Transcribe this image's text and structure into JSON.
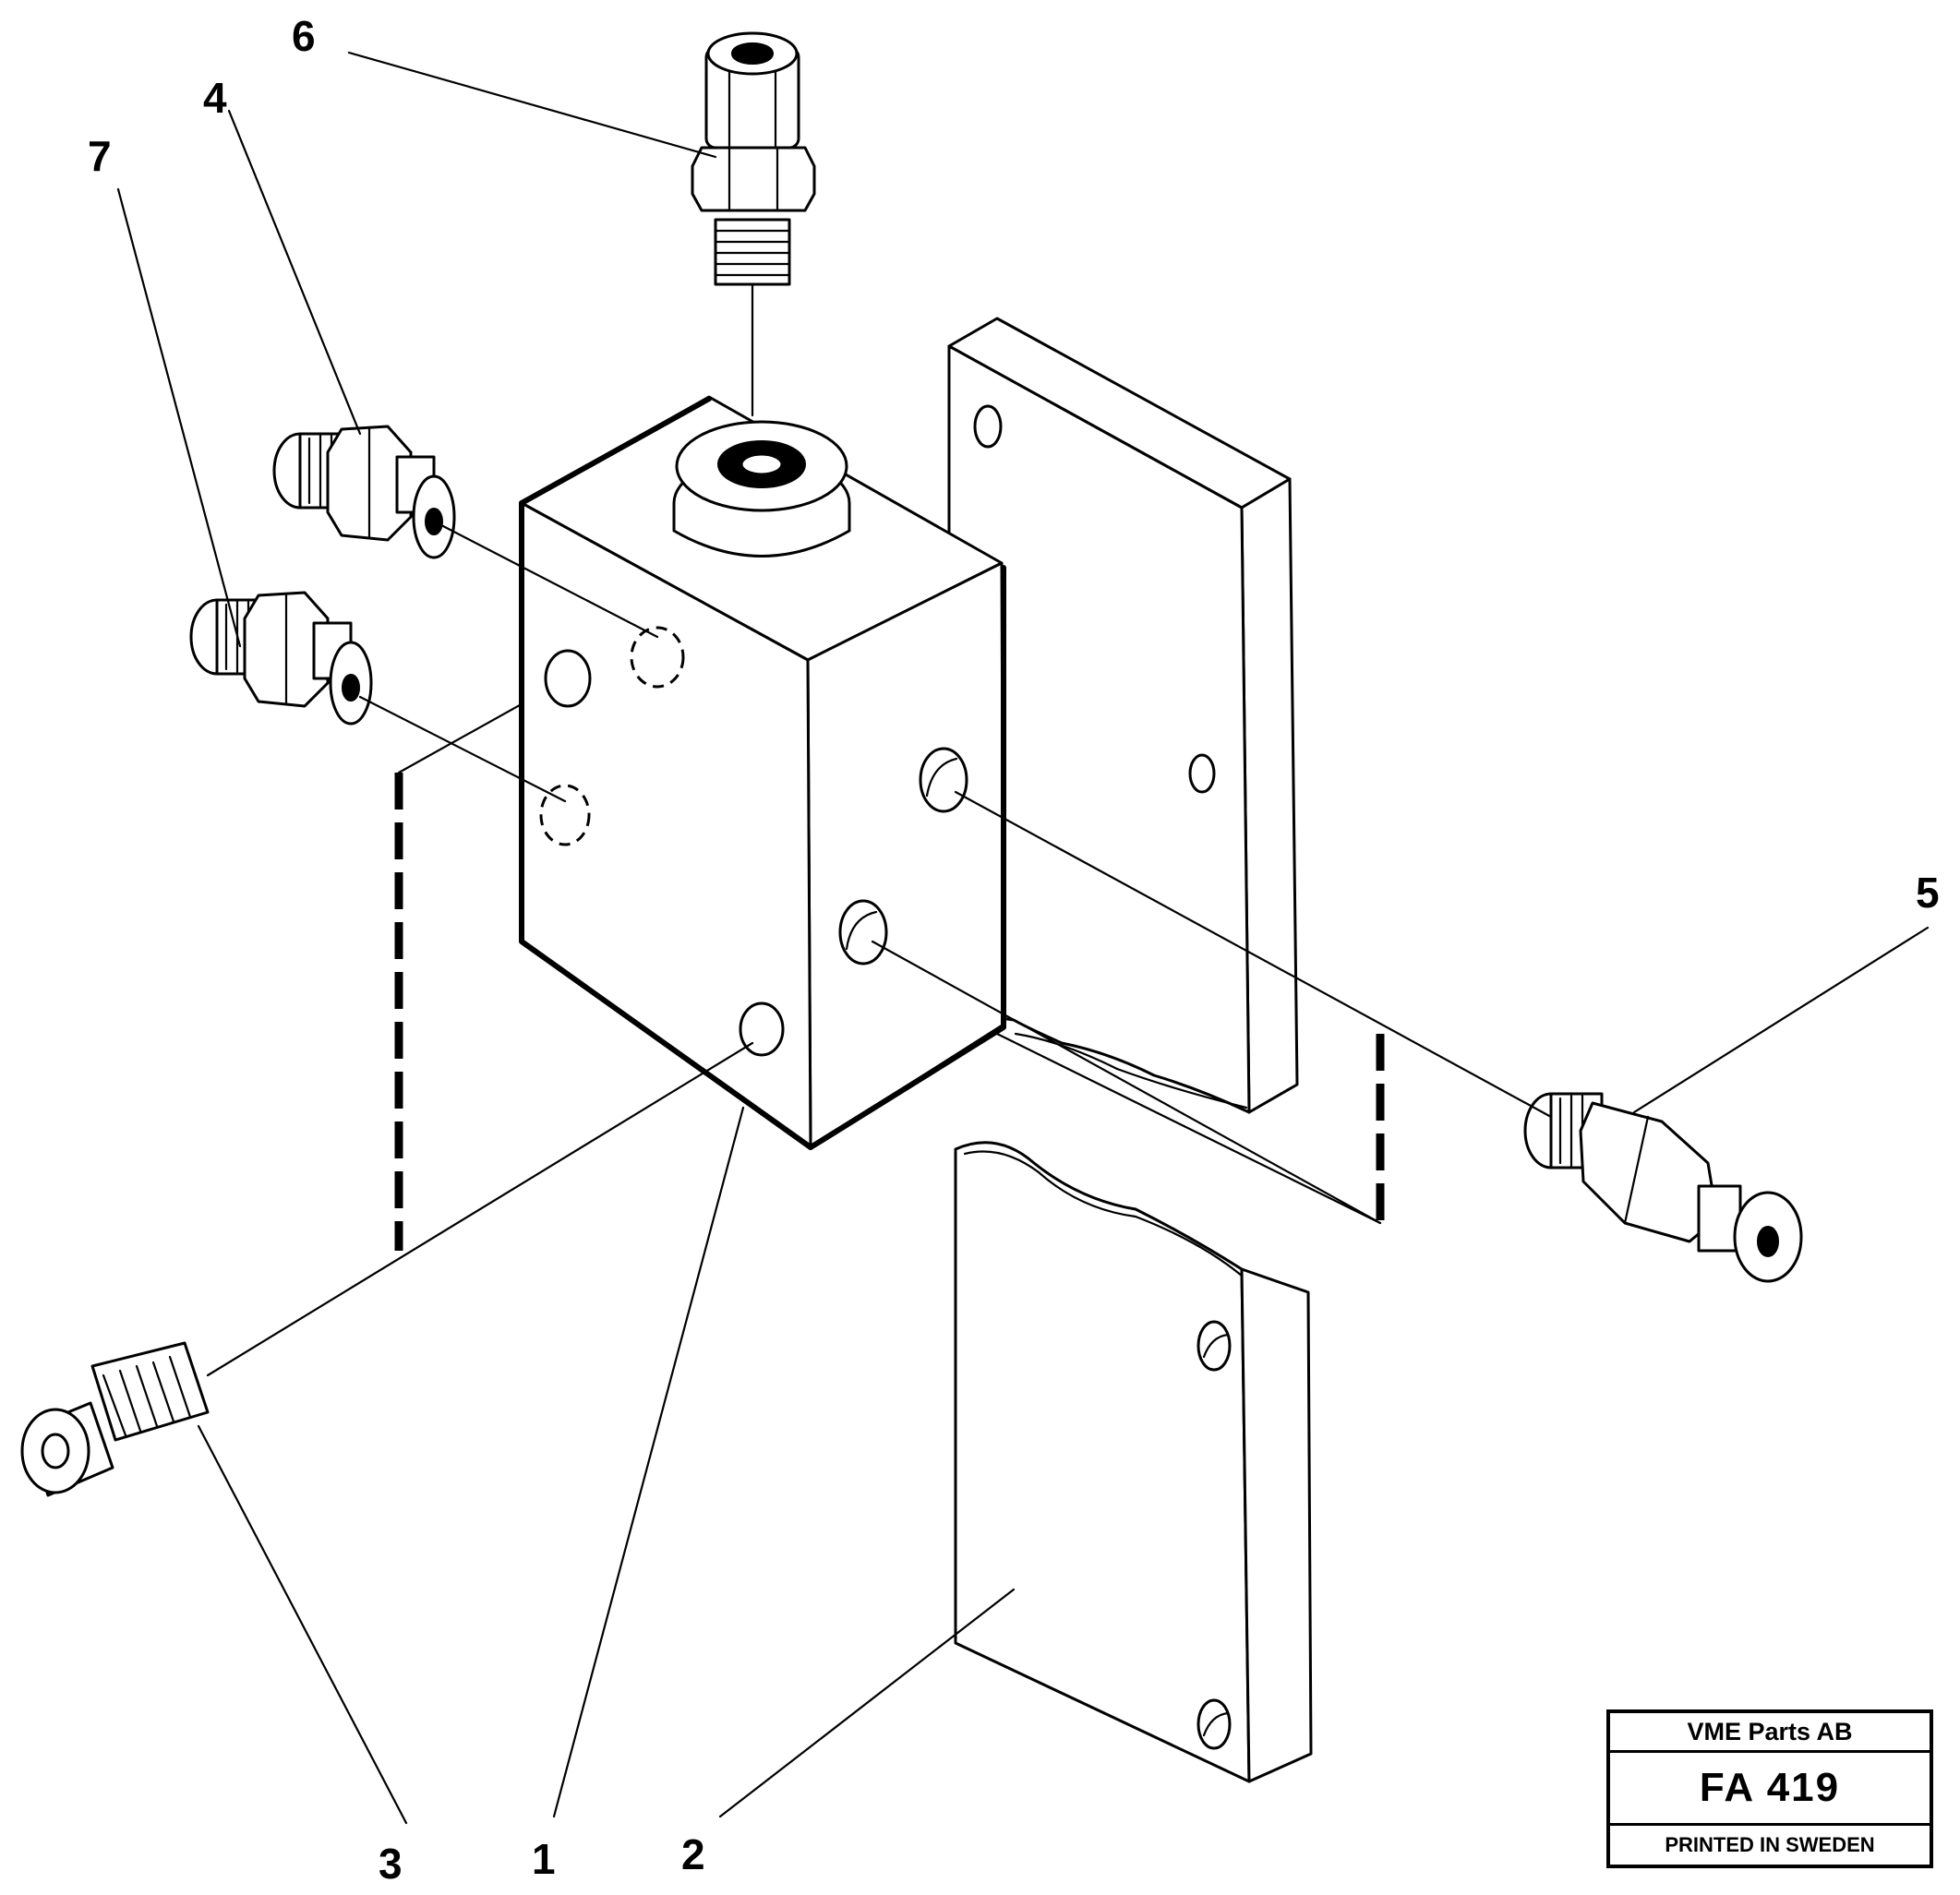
{
  "callouts": [
    {
      "id": "1",
      "label": "1"
    },
    {
      "id": "2",
      "label": "2"
    },
    {
      "id": "3",
      "label": "3"
    },
    {
      "id": "4",
      "label": "4"
    },
    {
      "id": "5",
      "label": "5"
    },
    {
      "id": "6",
      "label": "6"
    },
    {
      "id": "7",
      "label": "7"
    }
  ],
  "title_block": {
    "company": "VME Parts AB",
    "drawing_number": "FA 419",
    "note": "PRINTED IN SWEDEN"
  }
}
